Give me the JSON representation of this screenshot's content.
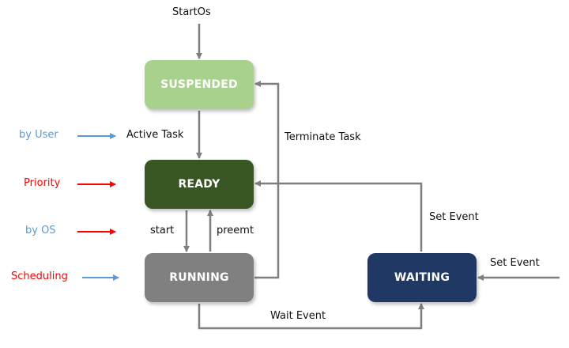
{
  "colors": {
    "suspended": "#a9d18e",
    "ready": "#375623",
    "running": "#808080",
    "waiting": "#1f3864",
    "connector": "#7f7f7f",
    "blue_text": "#5b9bd5",
    "red_text": "#ff0000",
    "blue_arrow": "#5b9bd5",
    "red_arrow": "#ff0000"
  },
  "states": {
    "suspended": "SUSPENDED",
    "ready": "READY",
    "running": "RUNNING",
    "waiting": "WAITING"
  },
  "transitions": {
    "start_os": "StartOs",
    "active_task": "Active Task",
    "terminate_task": "Terminate Task",
    "start": "start",
    "preemt": "preemt",
    "wait_event": "Wait Event",
    "set_event_to_ready": "Set Event",
    "set_event_external": "Set Event"
  },
  "side_labels": [
    {
      "text": "by User",
      "color": "blue"
    },
    {
      "text": "Priority",
      "color": "red"
    },
    {
      "text": "by OS",
      "color": "blue"
    },
    {
      "text": "Scheduling",
      "color": "red"
    }
  ]
}
